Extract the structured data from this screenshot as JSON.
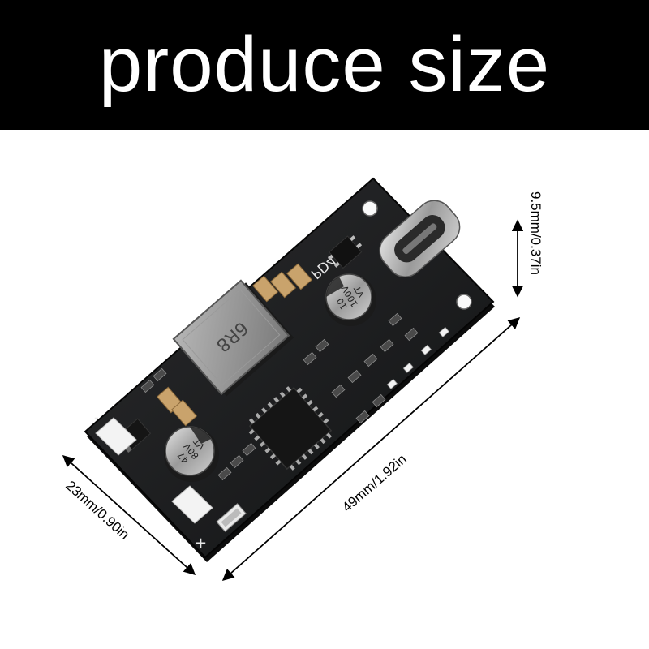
{
  "banner": {
    "title": "produce size"
  },
  "board": {
    "label_model": "PD45W",
    "cap_small_value": "10",
    "cap_small_voltage": "100V",
    "cap_small_series": "VT",
    "cap_large_value": "47",
    "cap_large_voltage": "80V",
    "cap_large_series": "VT",
    "inductor_marking": "6R8",
    "plus_mark": "+",
    "minus_mark": "-"
  },
  "dimensions": {
    "height": "9.5mm/0.37in",
    "length": "49mm/1.92in",
    "width": "23mm/0.90in"
  }
}
